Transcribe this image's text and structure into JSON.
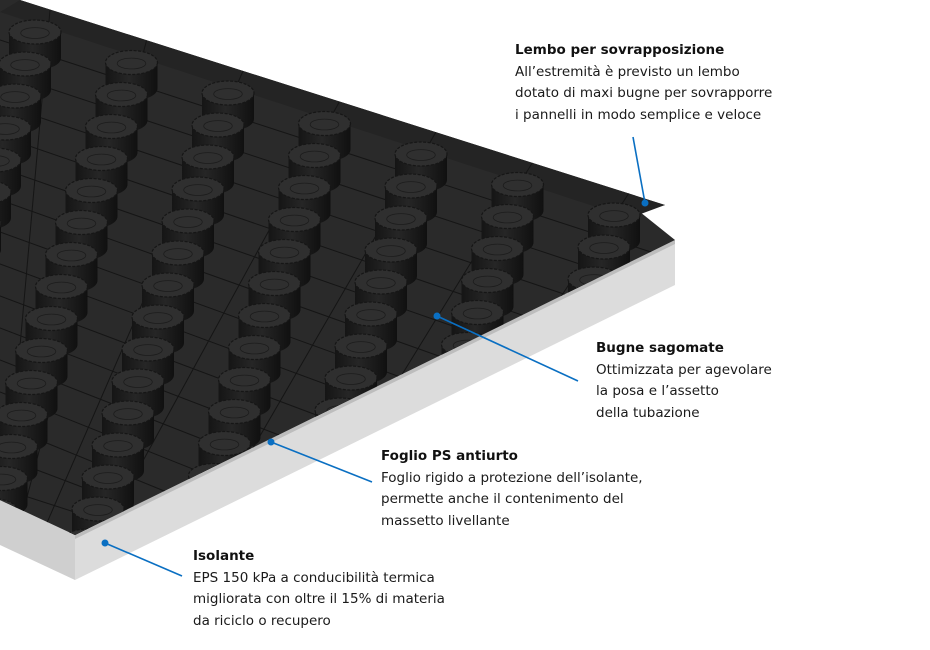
{
  "colors": {
    "accent": "#0a6fc2",
    "panel_top": "#2a2a2a",
    "stud": "#1e1e1e",
    "stud_top": "#2f2f2f",
    "eps_front": "#d9d9d9",
    "eps_side": "#c8c8c8",
    "grid_line": "#151515"
  },
  "annotations": [
    {
      "id": "lembo",
      "title": "Lembo per sovrapposizione",
      "lines": [
        "All’estremità è previsto un lembo",
        "dotato di maxi bugne per sovrapporre",
        "i pannelli in modo semplice e veloce"
      ]
    },
    {
      "id": "bugne",
      "title": "Bugne sagomate",
      "lines": [
        "Ottimizzata per agevolare",
        "la posa e l’assetto",
        "della tubazione"
      ]
    },
    {
      "id": "foglio",
      "title": "Foglio PS antiurto",
      "lines": [
        "Foglio rigido a protezione dell’isolante,",
        "permette anche il contenimento del",
        "massetto livellante"
      ]
    },
    {
      "id": "isolante",
      "title": "Isolante",
      "lines": [
        "EPS 150 kPa a conducibilità termica",
        "migliorata con oltre il 15% di materia",
        "da riciclo o recupero"
      ]
    }
  ]
}
